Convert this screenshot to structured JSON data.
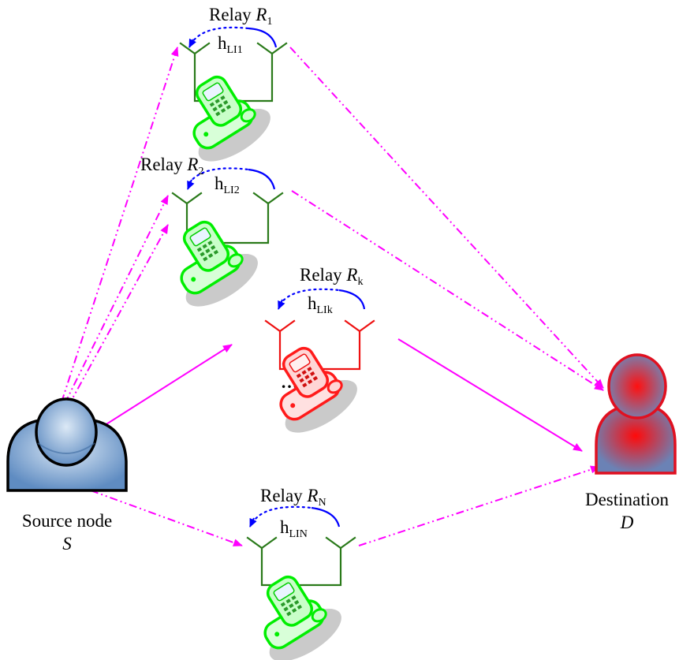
{
  "source": {
    "label": "Source node",
    "symbol": "S"
  },
  "destination": {
    "label": "Destination",
    "symbol": "D"
  },
  "relays": [
    {
      "prefix": "Relay ",
      "symbol": "R",
      "sub": "1",
      "channel": "h",
      "channel_sub": "LI1"
    },
    {
      "prefix": "Relay ",
      "symbol": "R",
      "sub": "2",
      "channel": "h",
      "channel_sub": "LI2"
    },
    {
      "prefix": "Relay ",
      "symbol": "R",
      "sub": "k",
      "channel": "h",
      "channel_sub": "LIk"
    },
    {
      "prefix": "Relay ",
      "symbol": "R",
      "sub": "N",
      "channel": "h",
      "channel_sub": "LIN"
    }
  ],
  "ellipsis": "…",
  "colors": {
    "link": "#ff00ff",
    "loop_interference": "#0000ff",
    "inactive_relay": "#00ee00",
    "inactive_antenna": "#2a7a1a",
    "selected_relay": "#ff1a1a",
    "source_person": "#6a93c4",
    "destination_person": "#e01020"
  },
  "icons": [
    "person-icon",
    "mobile-phone-icon",
    "antenna-icon"
  ]
}
